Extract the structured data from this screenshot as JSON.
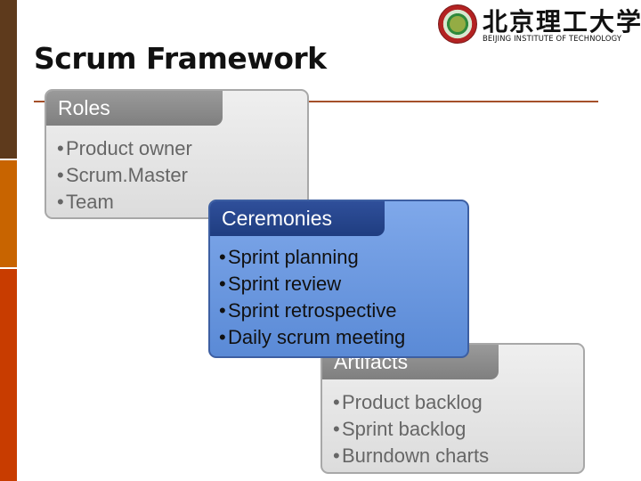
{
  "slide": {
    "title": "Scrum Framework"
  },
  "logo": {
    "chinese_name": "北京理工大学",
    "english_name": "BEIJING INSTITUTE OF TECHNOLOGY"
  },
  "roles": {
    "heading": "Roles",
    "items": [
      "Product owner",
      "Scrum.Master",
      "Team"
    ]
  },
  "ceremonies": {
    "heading": "Ceremonies",
    "items": [
      "Sprint planning",
      "Sprint review",
      "Sprint retrospective",
      "Daily scrum meeting"
    ]
  },
  "artifacts": {
    "heading": "Artifacts",
    "items": [
      "Product backlog",
      "Sprint backlog",
      "Burndown charts"
    ]
  },
  "colors": {
    "accent_rule": "#a5502a",
    "ceremonies_fill": "#6a98e0",
    "ceremonies_tab": "#2a4a90",
    "grey_fill": "#e4e4e4",
    "grey_tab": "#8c8c8c"
  }
}
